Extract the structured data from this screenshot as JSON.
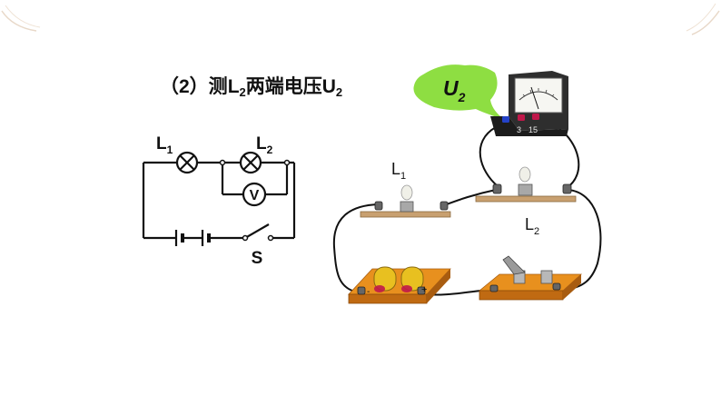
{
  "title": {
    "prefix": "（2）测",
    "l_letter": "L",
    "l_sub": "2",
    "middle": "两端电压",
    "u_letter": "U",
    "u_sub": "2"
  },
  "schematic": {
    "lamp1": {
      "letter": "L",
      "sub": "1"
    },
    "lamp2": {
      "letter": "L",
      "sub": "2"
    },
    "voltmeter_symbol": "V",
    "switch_label": "S"
  },
  "physical": {
    "bubble": {
      "letter": "U",
      "sub": "2"
    },
    "lamp1": {
      "letter": "L",
      "sub": "1"
    },
    "lamp2": {
      "letter": "L",
      "sub": "2"
    },
    "meter_terminals": [
      "3",
      "15"
    ],
    "battery_plus": "+",
    "battery_minus": "-"
  },
  "colors": {
    "bubble": "#8ede42",
    "board": "#e8901e",
    "meter_body": "#2e2e2e",
    "terminal_blue": "#2442c8",
    "terminal_red": "#c0184a",
    "wire": "#111111"
  }
}
